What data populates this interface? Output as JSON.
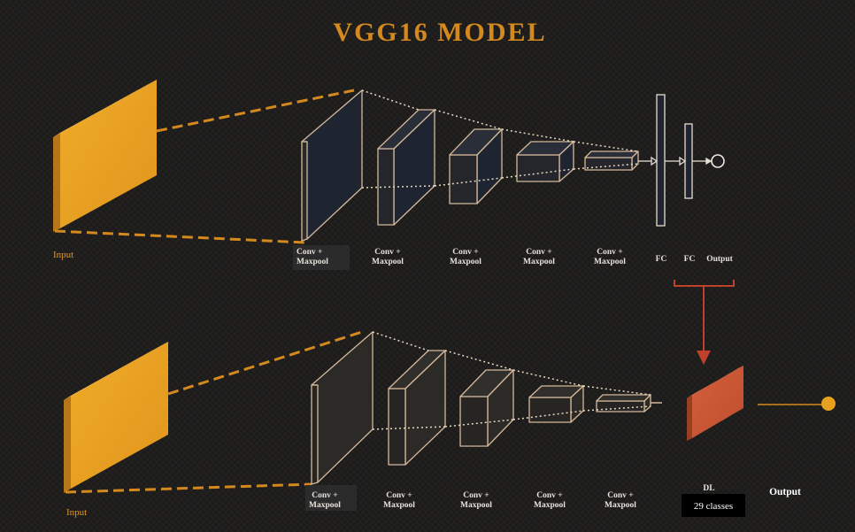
{
  "title": "VGG16 MODEL",
  "colors": {
    "background": "#1f1e1d",
    "title": "#d4891f",
    "input_panel": "#e8a020",
    "block_edge": "#d4b99a",
    "dashed_line": "#d4891f",
    "arrow": "#c0412a",
    "dl_panel": "#c85a3a",
    "output_node": "#e8a020"
  },
  "top_diagram": {
    "input_label": "Input",
    "blocks": [
      "Conv +\nMaxpool",
      "Conv +\nMaxpool",
      "Conv +\nMaxpool",
      "Conv +\nMaxpool",
      "Conv +\nMaxpool"
    ],
    "fc_labels": [
      "FC",
      "FC"
    ],
    "output_label": "Output"
  },
  "bottom_diagram": {
    "input_label": "Input",
    "blocks": [
      "Conv +\nMaxpool",
      "Conv +\nMaxpool",
      "Conv +\nMaxpool",
      "Conv +\nMaxpool",
      "Conv +\nMaxpool"
    ],
    "dl_label": "DL",
    "dl_sublabel": "29 classes",
    "output_label": "Output"
  }
}
